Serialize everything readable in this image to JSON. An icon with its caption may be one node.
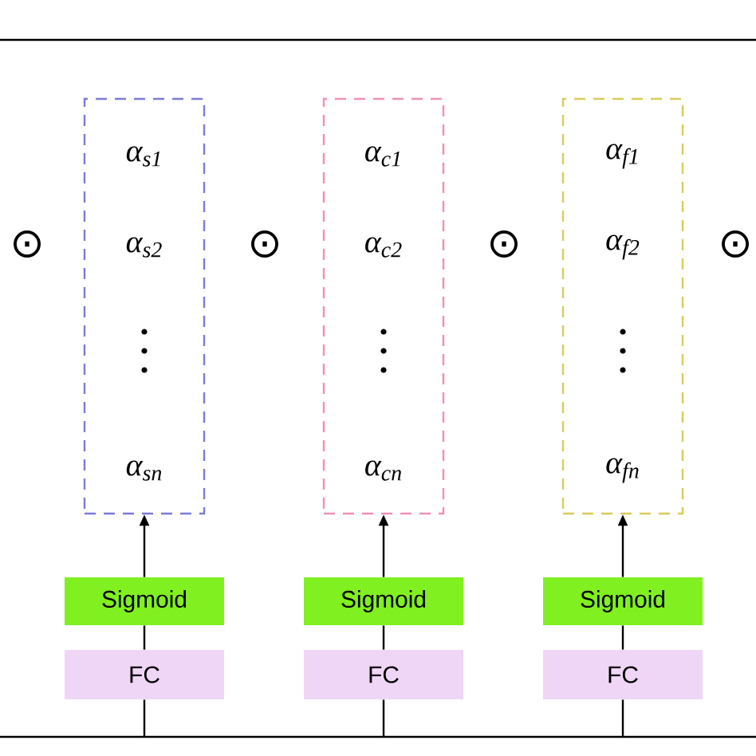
{
  "diagram": {
    "nodes": [
      {
        "text": [
          "α$_{s1}$",
          "α$_{s2}$",
          "α$_{sn}$"
        ]
      },
      {
        "text": [
          "Sigmoid"
        ]
      },
      {
        "text": [
          "FC"
        ]
      },
      {
        "text": [
          "α$_{c1}$",
          "α$_{c2}$",
          "α$_{cn}$"
        ]
      },
      {
        "text": [
          "Sigmoid"
        ]
      },
      {
        "text": [
          "FC"
        ]
      },
      {
        "text": [
          "α$_{f1}$",
          "α$_{f2}$",
          "α$_{fn}$"
        ]
      },
      {
        "text": [
          "Sigmoid"
        ]
      },
      {
        "text": [
          "FC"
        ]
      }
    ],
    "edges": [
      {
        "from": 1,
        "to": 0,
        "arrow": "to"
      },
      {
        "from": 2,
        "to": 1,
        "arrow": "none"
      },
      {
        "from": null,
        "to": 2,
        "arrow": "none"
      },
      {
        "from": 4,
        "to": 3,
        "arrow": "to"
      },
      {
        "from": 5,
        "to": 4,
        "arrow": "none"
      },
      {
        "from": null,
        "to": 5,
        "arrow": "none"
      },
      {
        "from": 7,
        "to": 6,
        "arrow": "to"
      },
      {
        "from": 8,
        "to": 7,
        "arrow": "none"
      },
      {
        "from": null,
        "to": 8,
        "arrow": "none"
      }
    ],
    "labels": [
      "⊙",
      "⊙",
      "⊙",
      "⊙"
    ]
  }
}
